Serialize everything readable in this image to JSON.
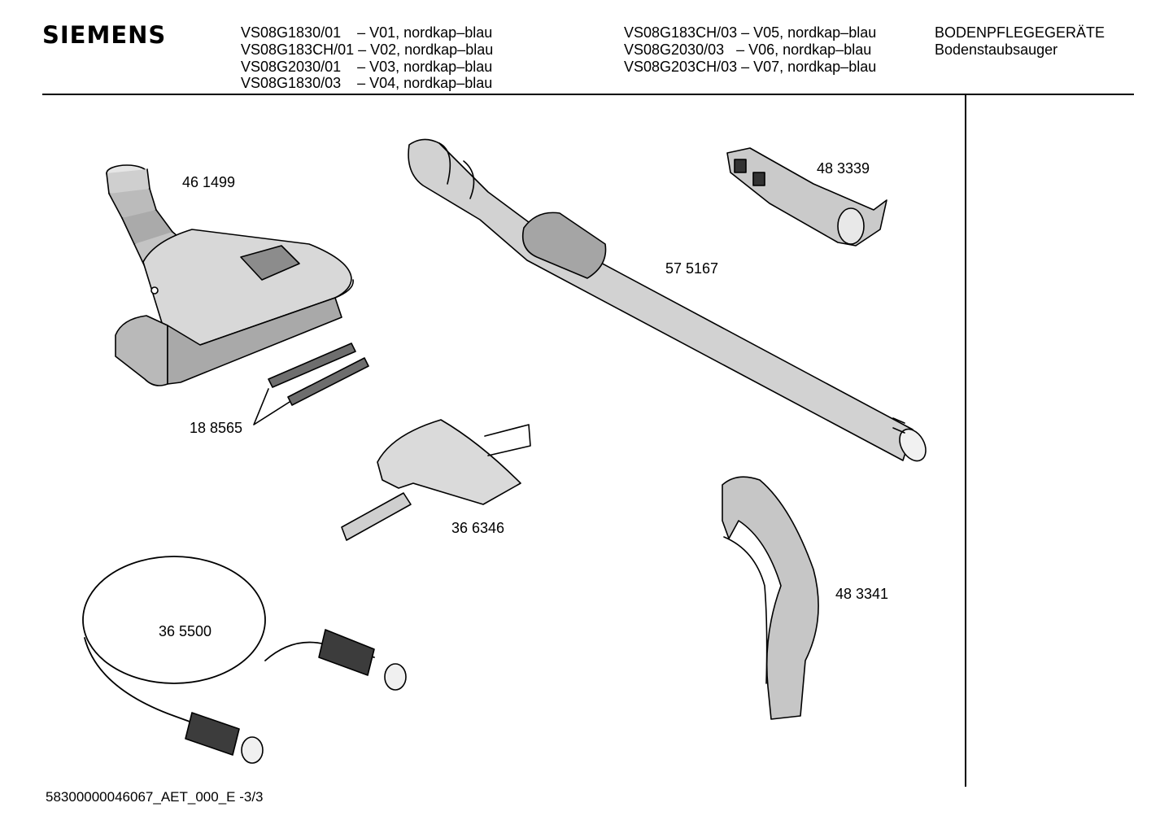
{
  "header": {
    "brand": "SIEMENS",
    "models_left": [
      "VS08G1830/01    – V01, nordkap–blau",
      "VS08G183CH/01 – V02, nordkap–blau",
      "VS08G2030/01    – V03, nordkap–blau",
      "VS08G1830/03    – V04, nordkap–blau"
    ],
    "models_right": [
      "VS08G183CH/03 – V05, nordkap–blau",
      "VS08G2030/03   – V06, nordkap–blau",
      "VS08G203CH/03 – V07, nordkap–blau"
    ],
    "category": "BODENPFLEGEGERÄTE",
    "subcategory": "Bodenstaubsauger"
  },
  "parts": [
    {
      "number": "46 1499",
      "name": "floor-nozzle"
    },
    {
      "number": "18 8565",
      "name": "nozzle-strips"
    },
    {
      "number": "57 5167",
      "name": "telescopic-tube"
    },
    {
      "number": "48 3339",
      "name": "crevice-tool"
    },
    {
      "number": "36 6346",
      "name": "tool-holder"
    },
    {
      "number": "36 5500",
      "name": "suction-hose"
    },
    {
      "number": "48 3341",
      "name": "handle"
    }
  ],
  "footer": {
    "doc_id": "58300000046067_AET_000_E  -3/3"
  }
}
